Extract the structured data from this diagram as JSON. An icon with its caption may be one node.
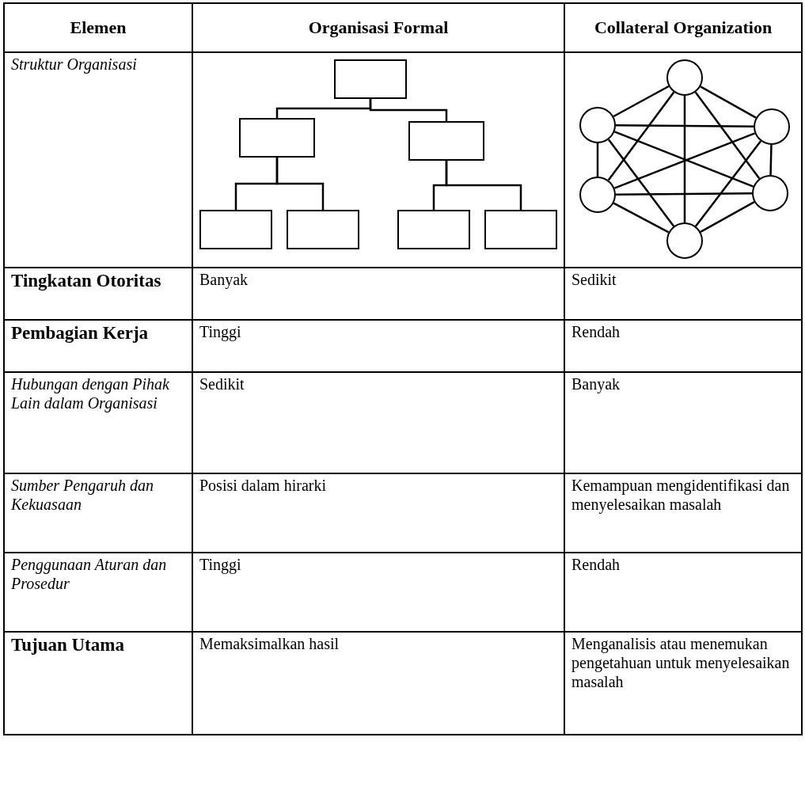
{
  "diagram": {
    "nodes": [
      {
        "text": [],
        "shape": "box"
      },
      {
        "text": [],
        "shape": "box"
      },
      {
        "text": [],
        "shape": "box"
      },
      {
        "text": [],
        "shape": "box"
      },
      {
        "text": [],
        "shape": "box"
      },
      {
        "text": [],
        "shape": "box"
      },
      {
        "text": [],
        "shape": "box"
      },
      {
        "text": [],
        "shape": "circle"
      },
      {
        "text": [],
        "shape": "circle"
      },
      {
        "text": [],
        "shape": "circle"
      },
      {
        "text": [],
        "shape": "circle"
      },
      {
        "text": [],
        "shape": "circle"
      },
      {
        "text": [],
        "shape": "circle"
      }
    ],
    "edges": [
      {
        "from": 0,
        "to": 1,
        "arrow": "none"
      },
      {
        "from": 0,
        "to": 2,
        "arrow": "none"
      },
      {
        "from": 1,
        "to": 3,
        "arrow": "none"
      },
      {
        "from": 1,
        "to": 4,
        "arrow": "none"
      },
      {
        "from": 2,
        "to": 5,
        "arrow": "none"
      },
      {
        "from": 2,
        "to": 6,
        "arrow": "none"
      },
      {
        "from": 7,
        "to": 8,
        "arrow": "none"
      },
      {
        "from": 7,
        "to": 9,
        "arrow": "none"
      },
      {
        "from": 7,
        "to": 10,
        "arrow": "none"
      },
      {
        "from": 7,
        "to": 11,
        "arrow": "none"
      },
      {
        "from": 7,
        "to": 12,
        "arrow": "none"
      },
      {
        "from": 8,
        "to": 9,
        "arrow": "none"
      },
      {
        "from": 8,
        "to": 10,
        "arrow": "none"
      },
      {
        "from": 8,
        "to": 11,
        "arrow": "none"
      },
      {
        "from": 8,
        "to": 12,
        "arrow": "none"
      },
      {
        "from": 9,
        "to": 10,
        "arrow": "none"
      },
      {
        "from": 9,
        "to": 11,
        "arrow": "none"
      },
      {
        "from": 9,
        "to": 12,
        "arrow": "none"
      },
      {
        "from": 10,
        "to": 11,
        "arrow": "none"
      },
      {
        "from": 10,
        "to": 12,
        "arrow": "none"
      },
      {
        "from": 11,
        "to": 12,
        "arrow": "none"
      }
    ],
    "labels": [
      "Elemen",
      "Organisasi Formal",
      "Collateral Organization",
      "Struktur Organisasi",
      "Tingkatan Otoritas",
      "Banyak",
      "Sedikit",
      "Pembagian Kerja",
      "Tinggi",
      "Rendah",
      "Hubungan dengan Pihak Lain dalam Organisasi",
      "Sedikit",
      "Banyak",
      "Sumber Pengaruh dan Kekuasaan",
      "Posisi dalam hirarki",
      "Kemampuan mengidentifikasi dan menyelesaikan masalah",
      "Penggunaan Aturan dan Prosedur",
      "Tinggi",
      "Rendah",
      "Tujuan Utama",
      "Memaksimalkan hasil",
      "Menganalisis atau menemukan pengetahuan untuk menyelesaikan masalah"
    ]
  }
}
